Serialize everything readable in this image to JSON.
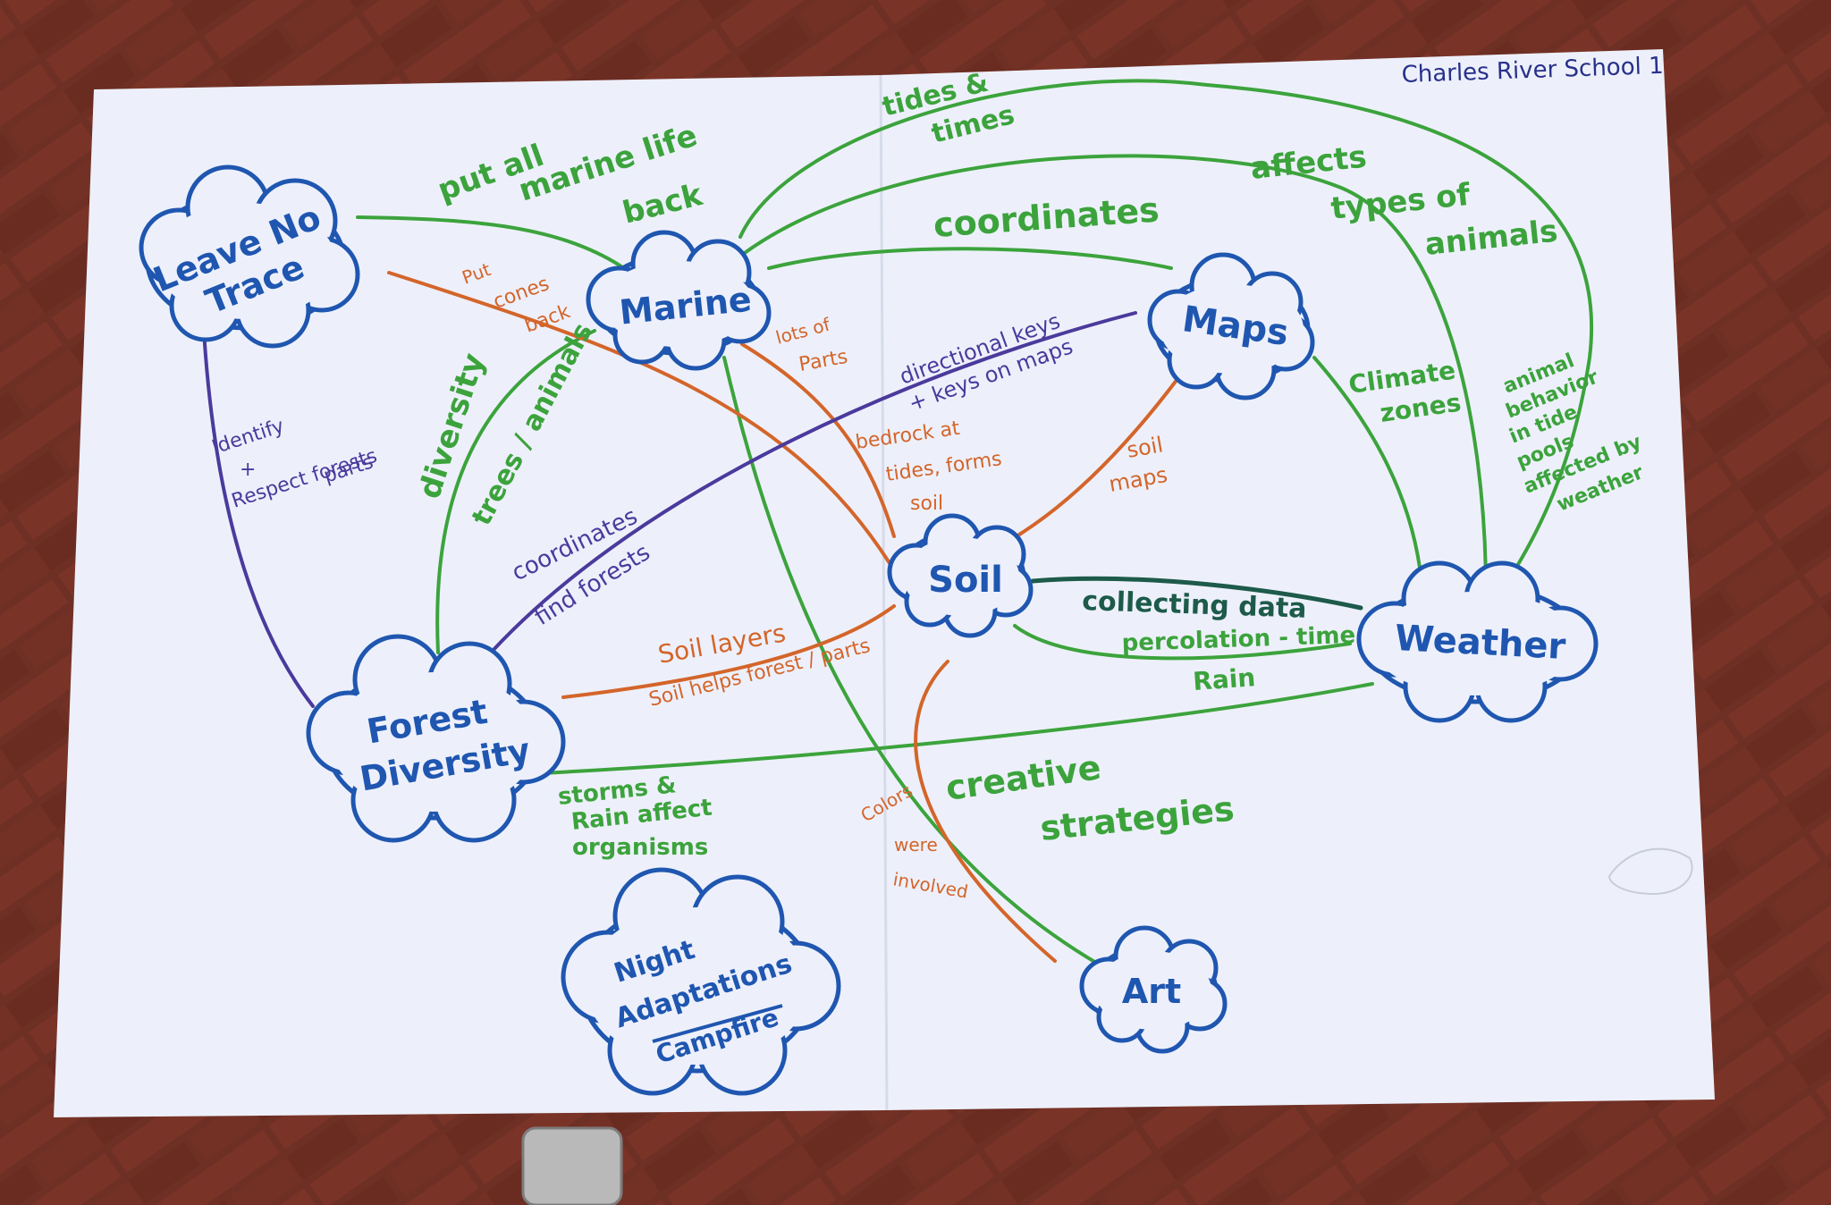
{
  "colors": {
    "brick": "#6e2f24",
    "mortar": "#3b1f19",
    "paper": "#edf0fb",
    "blue": "#1f56b0",
    "green": "#3ca33c",
    "orange": "#d4652a",
    "purple": "#4b3a9c",
    "navy": "#27308a"
  },
  "header": {
    "school": "Charles River School 1"
  },
  "nodes": {
    "leave_no_trace": [
      "Leave No",
      "Trace"
    ],
    "marine": [
      "Marine"
    ],
    "maps": [
      "Maps"
    ],
    "soil": [
      "Soil"
    ],
    "weather": [
      "Weather"
    ],
    "forest_diversity": [
      "Forest",
      "Diversity"
    ],
    "art": [
      "Art"
    ],
    "night": [
      "Night",
      "Adaptations",
      "Campfire"
    ]
  },
  "links": {
    "tides_times": [
      "tides &",
      "times"
    ],
    "put_marine_back": [
      "put all",
      "marine life",
      "back"
    ],
    "coordinates_top": [
      "coordinates"
    ],
    "affects_animals": [
      "affects",
      "types of",
      "animals"
    ],
    "put_cones_back": [
      "Put",
      "cones",
      "back"
    ],
    "lots_of_parts": [
      "lots of",
      "Parts"
    ],
    "directional_keys": [
      "directional keys",
      "+ keys on maps"
    ],
    "identify_respect": [
      "Identify",
      "+",
      "Respect forests",
      "parts"
    ],
    "diversity": [
      "diversity"
    ],
    "trees_animals": [
      "trees / animals"
    ],
    "bedrock": [
      "bedrock at",
      "tides, forms",
      "soil"
    ],
    "soil_maps": [
      "soil",
      "maps"
    ],
    "climate_zones": [
      "Climate",
      "zones"
    ],
    "animal_behavior": [
      "animal",
      "behavior",
      "in tide",
      "pools",
      "affected by",
      "weather"
    ],
    "coordinates_find_forests": [
      "coordinates",
      "find forests"
    ],
    "collecting_data": [
      "collecting data"
    ],
    "percolation": [
      "percolation - time"
    ],
    "rain": [
      "Rain"
    ],
    "soil_layers": [
      "Soil layers"
    ],
    "soil_helps": [
      "Soil helps forest / parts"
    ],
    "storms_rain": [
      "storms &",
      "Rain affect",
      "organisms"
    ],
    "creative_strategies": [
      "creative",
      "strategies"
    ],
    "colors_involved": [
      "Colors",
      "were",
      "involved"
    ]
  }
}
